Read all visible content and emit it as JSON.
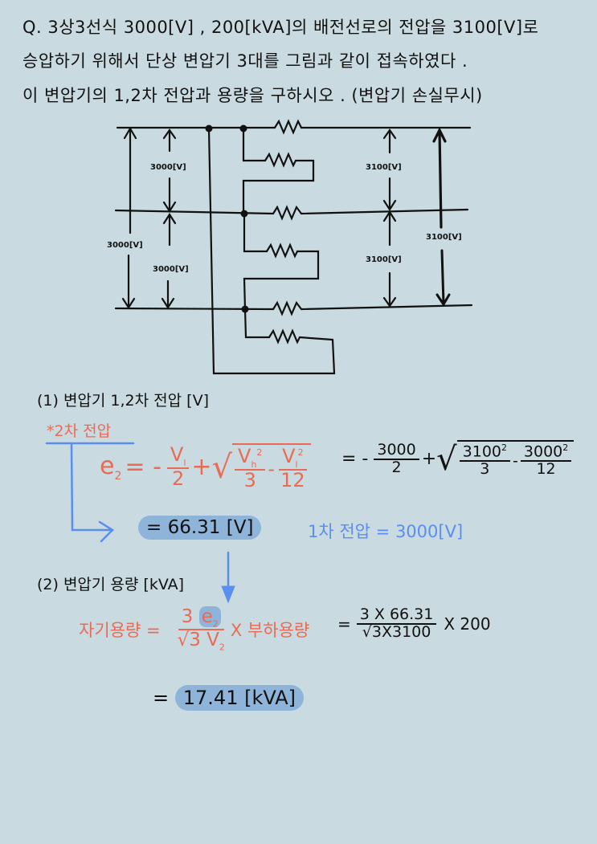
{
  "question": {
    "line1": "Q. 3상3선식 3000[V] , 200[kVA]의 배전선로의 전압을 3100[V]로",
    "line2": "승압하기 위해서 단상 변압기 3대를 그림과 같이 접속하였다 .",
    "line3": "이 변압기의 1,2차 전압과 용량을 구하시오 . (변압기 손실무시)"
  },
  "diagram": {
    "left_outer_label": "3000[V]",
    "left_upper_label": "3000[V]",
    "left_lower_label": "3000[V]",
    "right_upper_label": "3100[V]",
    "right_lower_label": "3100[V]",
    "right_outer_label": "3100[V]"
  },
  "part1": {
    "heading": "(1) 변압기 1,2차 전압 [V]",
    "note_label": "*2차 전압",
    "formula": {
      "lhs": "e",
      "lhs_sub": "2",
      "eq": "= -",
      "f1_num": "V",
      "f1_num_sub": "l",
      "f1_den": "2",
      "plus": "+",
      "f2_num": "V",
      "f2_num_sub": "h",
      "f2_num_sup": "2",
      "f2_den": "3",
      "minus": "-",
      "f3_num": "V",
      "f3_num_sub": "l",
      "f3_num_sup": "2",
      "f3_den": "12"
    },
    "substitution": {
      "eq": "= -",
      "f1_num": "3000",
      "f1_den": "2",
      "plus": "+",
      "f2_num": "3100",
      "f2_sup": "2",
      "f2_den": "3",
      "minus": "-",
      "f3_num": "3000",
      "f3_sup": "2",
      "f3_den": "12"
    },
    "result": "= 66.31 [V]",
    "primary_voltage": "1차 전압 = 3000[V]"
  },
  "part2": {
    "heading": "(2) 변압기 용량 [kVA]",
    "label": "자기용량 =",
    "num": "3",
    "num_e": "e",
    "num_e_sub": "2",
    "den": "√3 V",
    "den_sub": "2",
    "times_load": "X 부하용량",
    "eq": "=",
    "sub_num": "3 X 66.31",
    "sub_den": "√3X3100",
    "times": "X 200",
    "result_eq": "=",
    "result": "17.41 [kVA]"
  },
  "colors": {
    "background": "#c9dbe0",
    "formula_red": "#e96b55",
    "note_blue": "#5a8ef0",
    "highlight": "#8fb4d9"
  }
}
